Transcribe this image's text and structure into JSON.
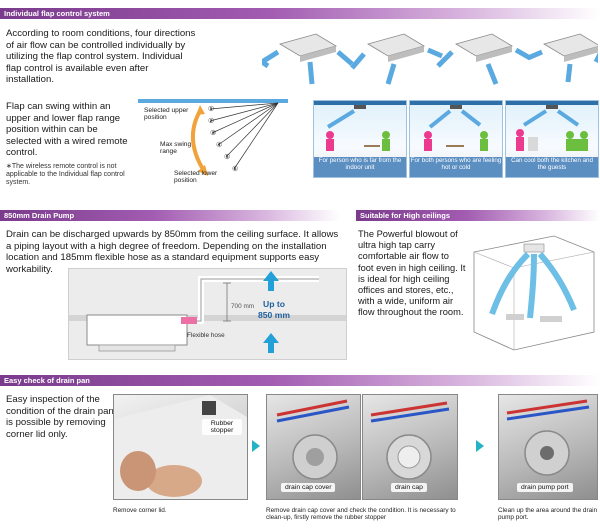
{
  "sections": {
    "flap": {
      "title": "Individual flap control system",
      "intro": "According to room conditions, four directions of air flow can be controlled individually by utilizing the flap control system. Individual flap control is available even after installation.",
      "swing": "Flap can swing within an upper and lower flap range position within can be selected with a wired remote control.",
      "note": "∗The wireless remote control is not applicable to the Individual flap control system.",
      "diagram": {
        "upper": "Selected upper position",
        "range": "Max swing range",
        "lower": "Selected lower position",
        "positions": [
          "①",
          "②",
          "③",
          "④",
          "⑤",
          "⑥"
        ]
      },
      "room_captions": [
        "For person who is far from the indoor unit",
        "For both persons who are feeling hot or cold",
        "Can cool both the kitchen and the guests"
      ]
    },
    "pump": {
      "title": "850mm Drain Pump",
      "text": "Drain can be discharged upwards by 850mm from the ceiling surface. It allows a piping layout with a high degree of freedom. Depending on the installation location and 185mm flexible hose as a standard equipment supports easy workability.",
      "dim": "700 mm",
      "up_to": "Up to",
      "up_value": "850 mm",
      "hose": "Flexible hose"
    },
    "ceiling": {
      "title": "Suitable for High ceilings",
      "text": "The Powerful blowout of ultra high tap carry comfortable air flow to foot even in high ceiling. It is ideal for high ceiling offices and stores, etc., with a wide, uniform air flow throughout the room."
    },
    "drain": {
      "title": "Easy check of drain pan",
      "text": "Easy inspection of the condition of the drain pan is possible by removing corner lid only.",
      "rubber": "Rubber stopper",
      "cap_cover": "drain cap cover",
      "cap": "drain cap",
      "pump_port": "drain pump port",
      "cap1": "Remove corner lid.",
      "cap2": "Remove drain cap cover and check the condition. It is necessary to clean-up, firstly remove the rubber stopper",
      "cap3": "Clean up the area around the drain pump port."
    }
  },
  "colors": {
    "bar": "#7a3b8c",
    "air": "#5aa9e0",
    "arrow": "#24b3c4",
    "orange": "#f0a33a"
  }
}
